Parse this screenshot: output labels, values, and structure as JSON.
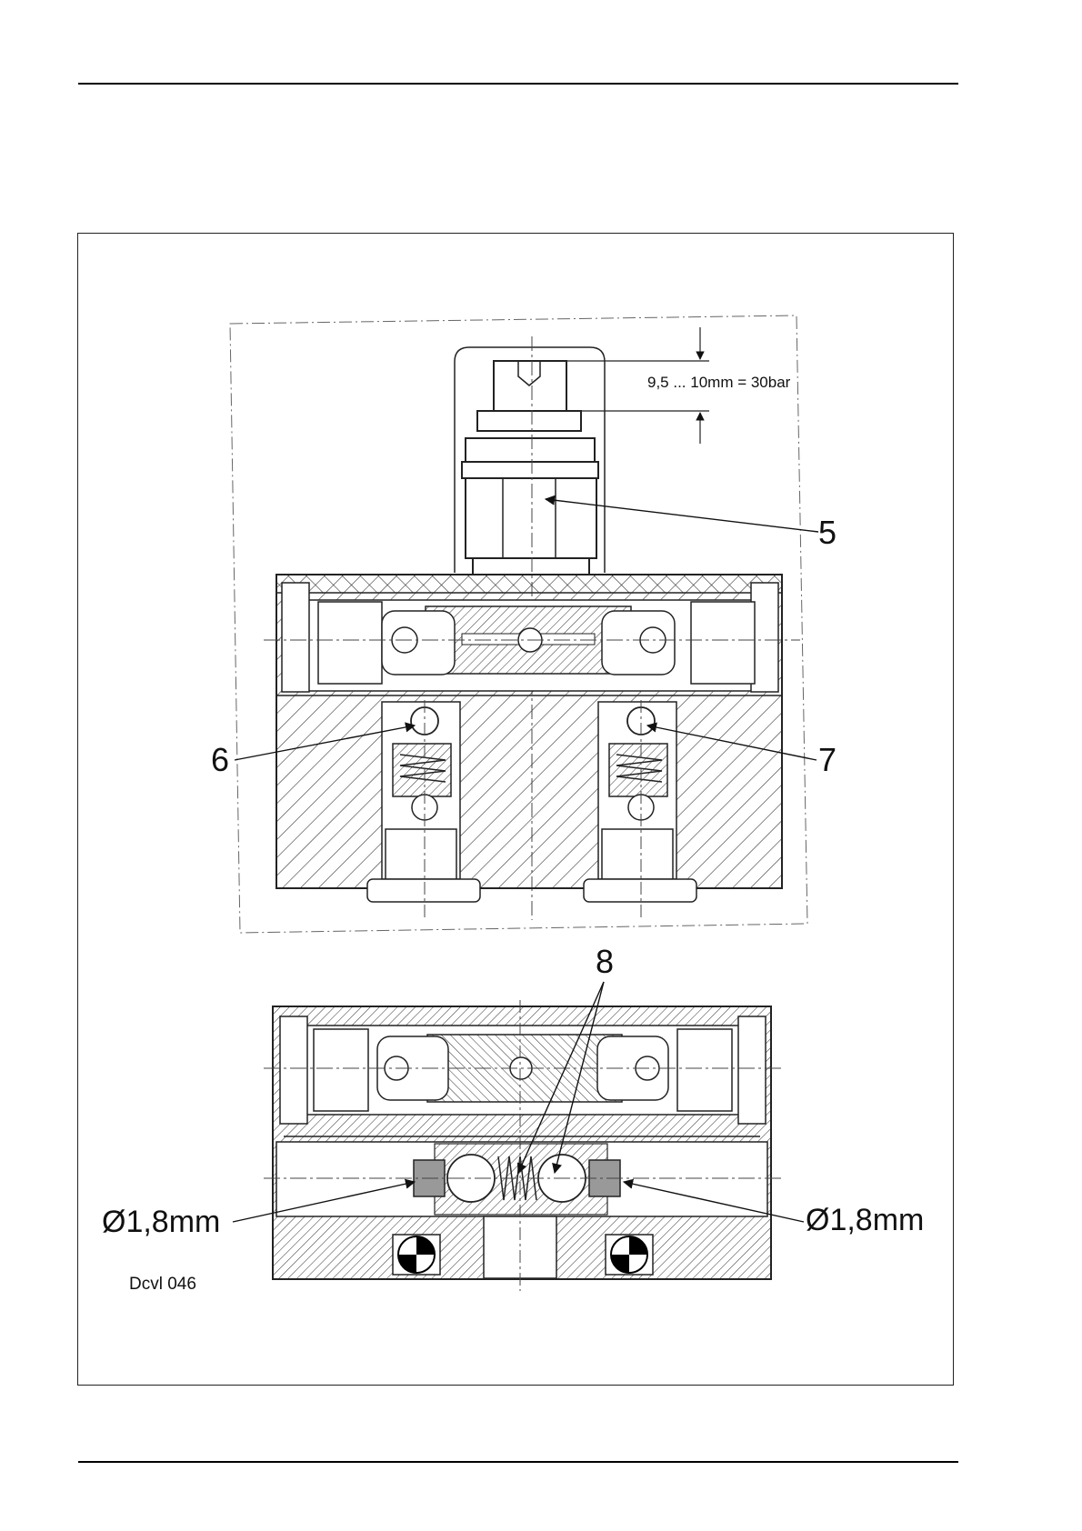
{
  "labels": {
    "pressure_setting": "9,5 ... 10mm = 30bar",
    "callout_5": "5",
    "callout_6": "6",
    "callout_7": "7",
    "callout_8": "8",
    "orifice_left": "Ø1,8mm",
    "orifice_right": "Ø1,8mm",
    "drawing_id": "Dcvl 046"
  }
}
